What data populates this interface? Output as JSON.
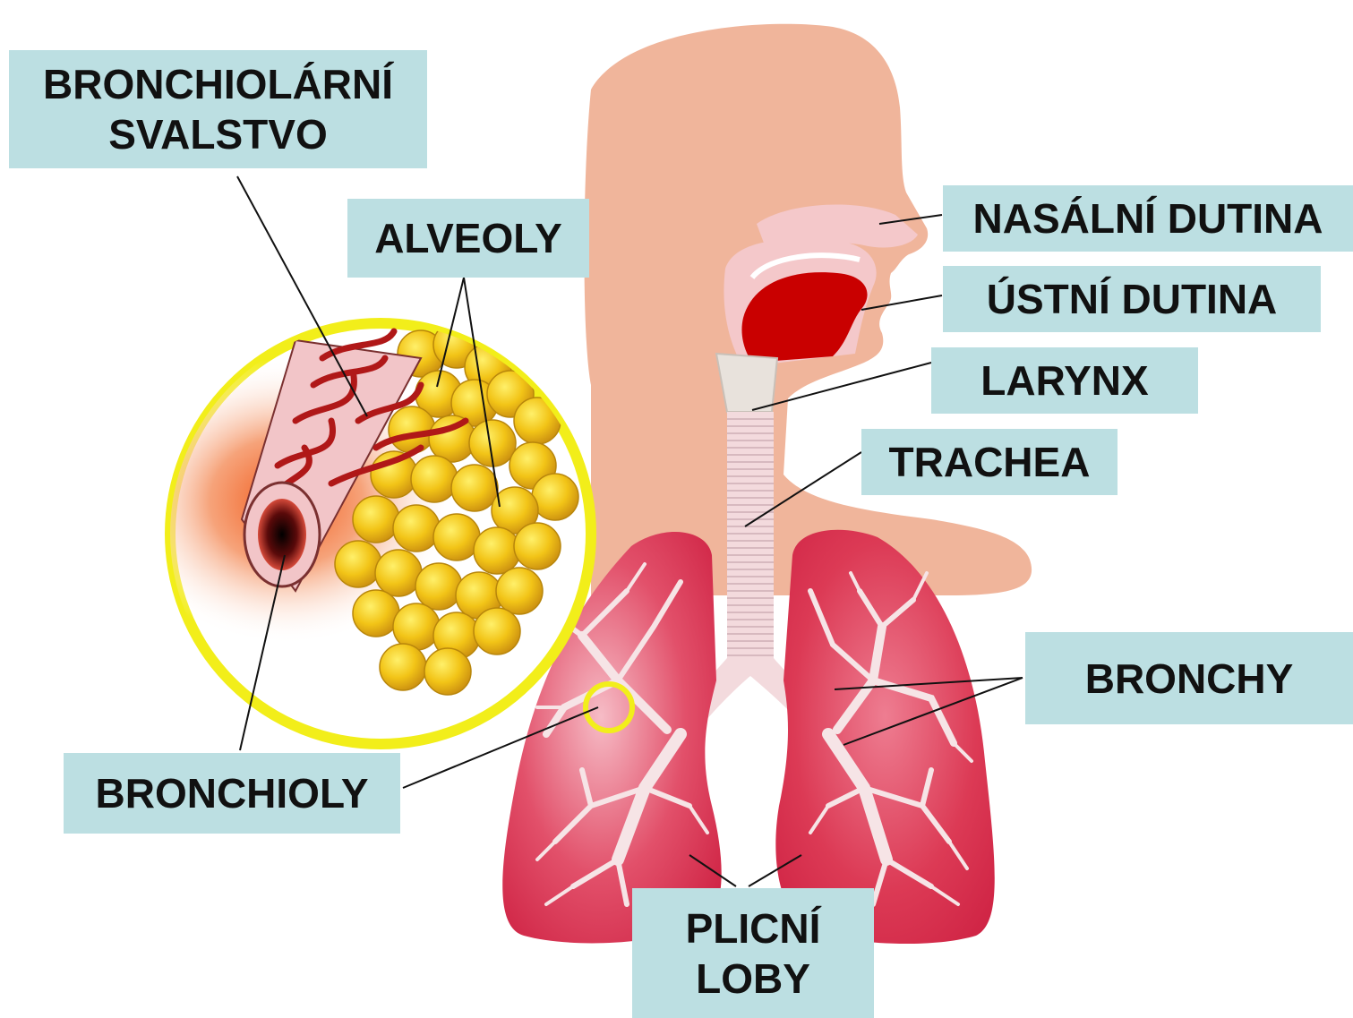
{
  "colors": {
    "label_bg": "#bcdfe2",
    "skin": "#f0b59b",
    "lung": "#d9304a",
    "lung_light": "#f1a7b4",
    "airway": "#f4d2d6",
    "mouth": "#cc0000",
    "alveoli": "#f2c417",
    "magnifier_ring": "#f2ee1a",
    "leader_line": "#111111"
  },
  "labels": {
    "bronchiolar_muscle": {
      "line1": "BRONCHIOLÁRNÍ",
      "line2": "SVALSTVO"
    },
    "alveoli": "ALVEOLY",
    "nasal_cavity": "NASÁLNÍ DUTINA",
    "oral_cavity": "ÚSTNÍ DUTINA",
    "larynx": "LARYNX",
    "trachea": "TRACHEA",
    "bronchi": "BRONCHY",
    "bronchioles": "BRONCHIOLY",
    "lung_lobes": {
      "line1": "PLICNÍ",
      "line2": "LOBY"
    }
  }
}
